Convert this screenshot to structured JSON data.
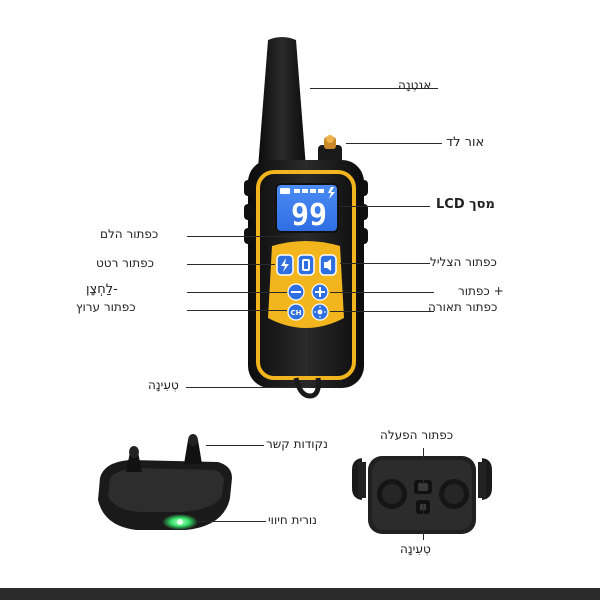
{
  "labels": {
    "antenna": "אנטֶנָה",
    "led_light": "אור לד",
    "lcd_screen": "מסך LCD",
    "shock_button": "כפתור הלם",
    "vibrate_button": "כפתור רטט",
    "sound_button": "כפתור הצליל",
    "minus_button_1": "-לַחְצָן",
    "minus_button_2": "כפתור ערוץ",
    "plus_button": "+ כפתור",
    "light_button": "כפתור תאורה",
    "charging_top": "טְעִינָה",
    "contact_points": "נקודות קשר",
    "indicator_light": "נורית חיווי",
    "power_button": "כפתור הפעלה",
    "charging_bottom": "טְעִינָה"
  },
  "display": {
    "lcd_value": "99",
    "ch_badge": "CH",
    "ch_button_text": "CH"
  },
  "colors": {
    "device_body": "#161616",
    "accent_yellow": "#f3b51e",
    "lcd_blue": "#3b7ef2",
    "key_blue": "#2f6fe0",
    "indicator_green": "#38e36a"
  }
}
